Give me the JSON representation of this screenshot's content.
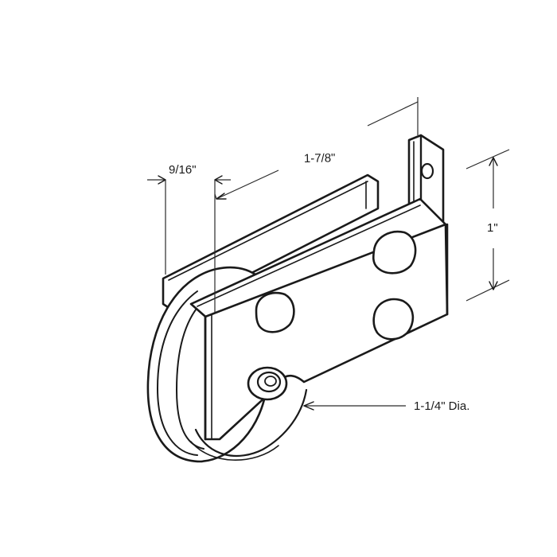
{
  "diagram": {
    "labels": {
      "width_top": "1-7/8\"",
      "thickness": "9/16\"",
      "height": "1\"",
      "wheel_dia": "1-1/4\" Dia."
    },
    "colors": {
      "ink": "#1a1a1a",
      "paper": "#ffffff"
    }
  }
}
